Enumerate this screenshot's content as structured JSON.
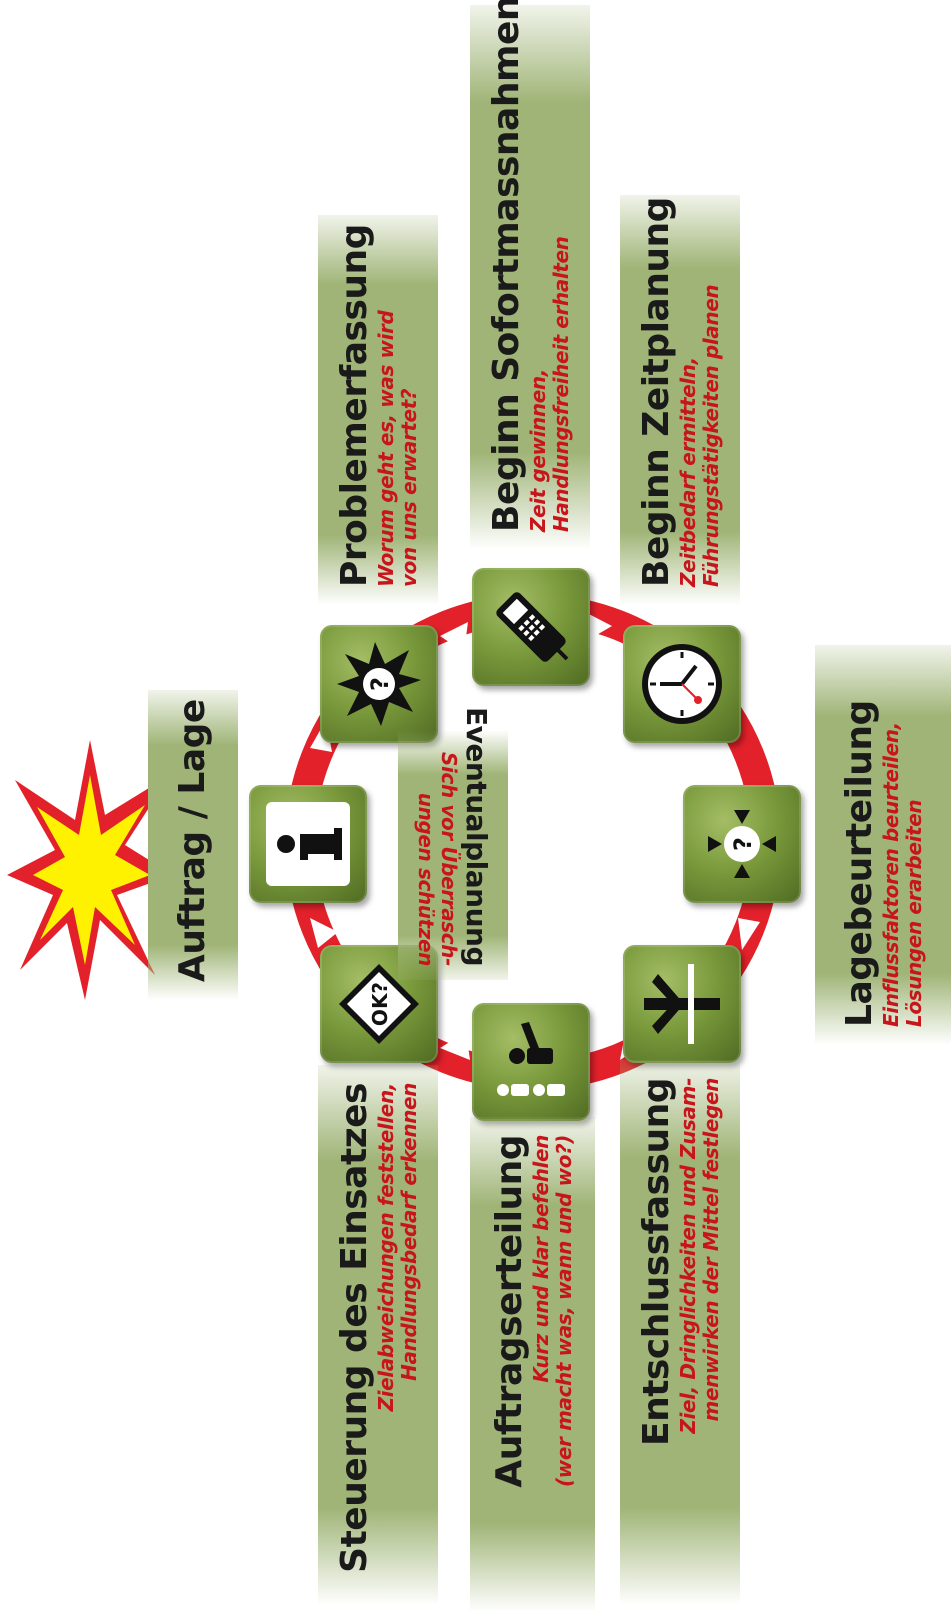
{
  "center": {
    "title": "Eventualplanung",
    "subtitle_line1": "Sich vor Überrasch-",
    "subtitle_line2": "ungen schützen"
  },
  "start": {
    "title": "Auftrag / Lage"
  },
  "steps": [
    {
      "title": "Problemerfassung",
      "line1": "Worum geht es, was wird",
      "line2": "von uns erwartet?",
      "icon": "question-burst-icon"
    },
    {
      "title": "Beginn Sofortmassnahmen",
      "line1": "Zeit gewinnen,",
      "line2": "Handlungsfreiheit erhalten",
      "icon": "phone-icon"
    },
    {
      "title": "Beginn Zeitplanung",
      "line1": "Zeitbedarf ermitteln,",
      "line2": "Führungstätigkeiten planen",
      "icon": "clock-icon"
    },
    {
      "title": "Lagebeurteilung",
      "line1": "Einflussfaktoren beurteilen,",
      "line2": "Lösungen erarbeiten",
      "icon": "question-arrows-icon"
    },
    {
      "title": "Entschlussfassung",
      "line1": "Ziel, Dringlichkeiten und Zusam-",
      "line2": "menwirken der Mittel festlegen",
      "icon": "crossroads-icon"
    },
    {
      "title": "Auftragserteilung",
      "line1": "Kurz und klar befehlen",
      "line2": "(wer macht was, wann und wo?)",
      "icon": "people-icon"
    },
    {
      "title": "Steuerung des Einsatzes",
      "line1": "Zielabweichungen feststellen,",
      "line2": "Handlungsbedarf erkennen",
      "icon": "ok-sign-icon"
    }
  ],
  "colors": {
    "ring": "#e3212a",
    "tile": "#6f8f35",
    "label_bg": "#9fb476",
    "subtitle": "#c8151b"
  }
}
